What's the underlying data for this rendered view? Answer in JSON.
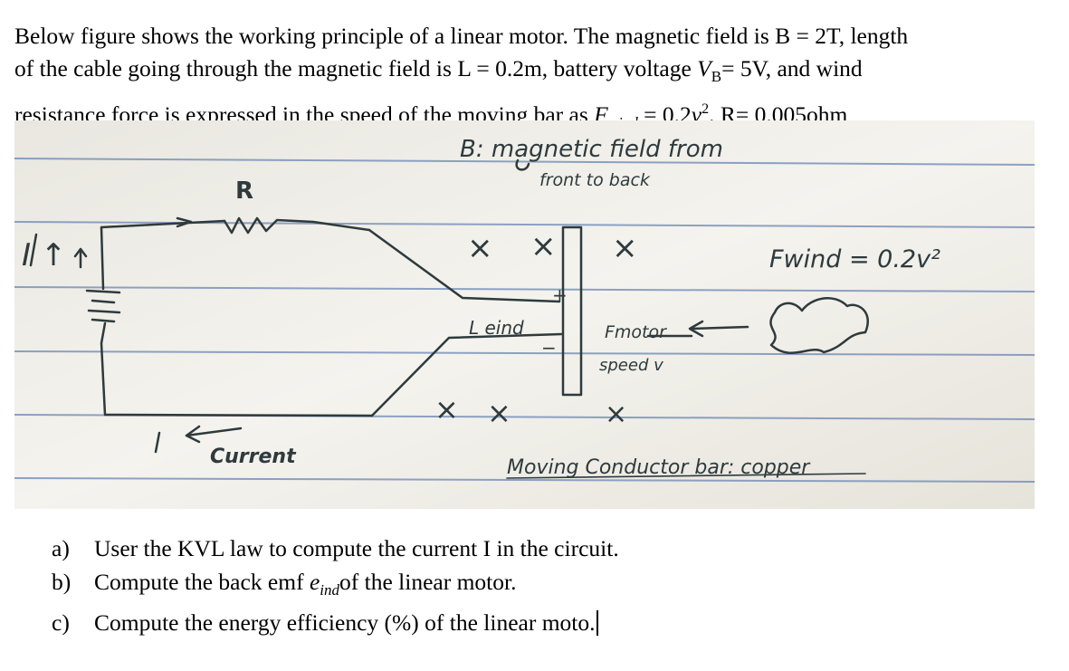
{
  "problem": {
    "line1": "Below figure shows the working principle of a linear motor. The magnetic field is B = 2T, length",
    "line2_pre": "of the cable going through the magnetic field is L = 0.2m, battery voltage ",
    "line2_var": "V",
    "line2_var_sub": "B",
    "line2_post": "= 5V, and wind",
    "line3_pre": "resistance force is expressed in the speed of the moving bar as ",
    "line3_var": "F",
    "line3_var_sub": "wind",
    "line3_mid": " = 0.2",
    "line3_v": "v",
    "line3_exp": "2",
    "line3_post": ". R= 0.005ohm"
  },
  "figure": {
    "field_note_1": "B: magnetic field from",
    "field_note_2": "front to back",
    "resistor_label": "R",
    "current_symbol": "I ↑",
    "wind_force": "Fwind = 0.2v²",
    "emf_label": "L  eind",
    "motor_force": "Fmotor",
    "speed_label": "speed v",
    "current_label": "Current",
    "bar_label": "Moving Conductor bar: copper",
    "field_marks": [
      "×",
      "×",
      "×",
      "×",
      "×",
      "×"
    ],
    "plus_sign": "+",
    "minus_sign": "−",
    "colors": {
      "paper": "#f2f0ea",
      "rule_line": "#6b86b4",
      "pen": "#2e3a3d"
    }
  },
  "questions": [
    {
      "label": "a)",
      "text": "User the KVL law to compute the current I in the circuit."
    },
    {
      "label": "b)",
      "text_pre": "Compute the back emf ",
      "var": "e",
      "var_sub": "ind",
      "text_post": "of the linear motor."
    },
    {
      "label": "c)",
      "text": "Compute the energy efficiency (%) of the linear moto."
    }
  ]
}
